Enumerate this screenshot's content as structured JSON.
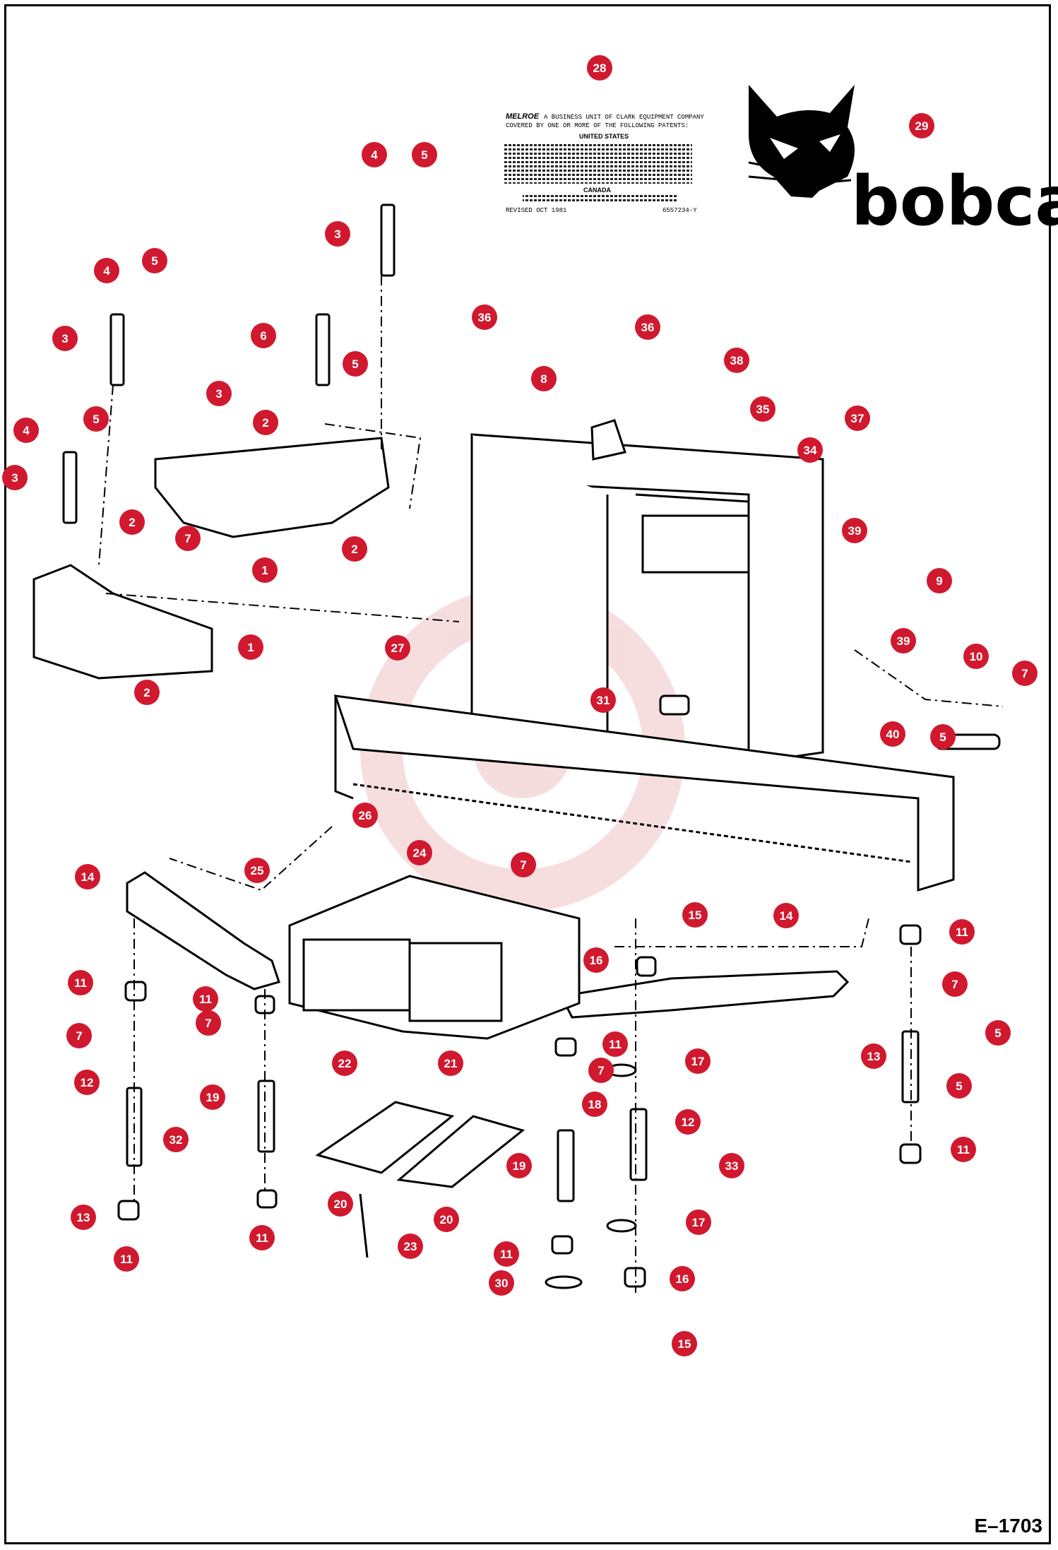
{
  "colors": {
    "callout_fill": "#d0192e",
    "callout_text": "#ffffff",
    "line": "#000000",
    "watermark": "#e8a0a0"
  },
  "logo": {
    "brand_text": "bobcat",
    "icon": "bobcat-head-icon"
  },
  "decal": {
    "brand": "MELROE",
    "heading": "A BUSINESS UNIT OF CLARK EQUIPMENT COMPANY",
    "patent_line": "COVERED BY ONE OR MORE OF THE FOLLOWING PATENTS:",
    "section_us": "UNITED STATES",
    "section_ca": "CANADA",
    "revised": "REVISED OCT 1981",
    "part_no": "6557234-Y"
  },
  "page_code": "E–1703",
  "callouts": [
    {
      "n": "28"
    },
    {
      "n": "29"
    },
    {
      "n": "4"
    },
    {
      "n": "5"
    },
    {
      "n": "3"
    },
    {
      "n": "4"
    },
    {
      "n": "5"
    },
    {
      "n": "3"
    },
    {
      "n": "6"
    },
    {
      "n": "5"
    },
    {
      "n": "3"
    },
    {
      "n": "2"
    },
    {
      "n": "4"
    },
    {
      "n": "5"
    },
    {
      "n": "3"
    },
    {
      "n": "2"
    },
    {
      "n": "7"
    },
    {
      "n": "1"
    },
    {
      "n": "2"
    },
    {
      "n": "1"
    },
    {
      "n": "2"
    },
    {
      "n": "36"
    },
    {
      "n": "8"
    },
    {
      "n": "36"
    },
    {
      "n": "38"
    },
    {
      "n": "35"
    },
    {
      "n": "34"
    },
    {
      "n": "37"
    },
    {
      "n": "39"
    },
    {
      "n": "9"
    },
    {
      "n": "39"
    },
    {
      "n": "10"
    },
    {
      "n": "7"
    },
    {
      "n": "27"
    },
    {
      "n": "31"
    },
    {
      "n": "5"
    },
    {
      "n": "40"
    },
    {
      "n": "26"
    },
    {
      "n": "24"
    },
    {
      "n": "25"
    },
    {
      "n": "7"
    },
    {
      "n": "14"
    },
    {
      "n": "15"
    },
    {
      "n": "14"
    },
    {
      "n": "11"
    },
    {
      "n": "16"
    },
    {
      "n": "7"
    },
    {
      "n": "11"
    },
    {
      "n": "11"
    },
    {
      "n": "7"
    },
    {
      "n": "7"
    },
    {
      "n": "22"
    },
    {
      "n": "21"
    },
    {
      "n": "11"
    },
    {
      "n": "17"
    },
    {
      "n": "7"
    },
    {
      "n": "13"
    },
    {
      "n": "5"
    },
    {
      "n": "12"
    },
    {
      "n": "19"
    },
    {
      "n": "5"
    },
    {
      "n": "32"
    },
    {
      "n": "18"
    },
    {
      "n": "12"
    },
    {
      "n": "33"
    },
    {
      "n": "11"
    },
    {
      "n": "13"
    },
    {
      "n": "19"
    },
    {
      "n": "20"
    },
    {
      "n": "20"
    },
    {
      "n": "11"
    },
    {
      "n": "11"
    },
    {
      "n": "23"
    },
    {
      "n": "17"
    },
    {
      "n": "11"
    },
    {
      "n": "30"
    },
    {
      "n": "16"
    },
    {
      "n": "15"
    }
  ]
}
